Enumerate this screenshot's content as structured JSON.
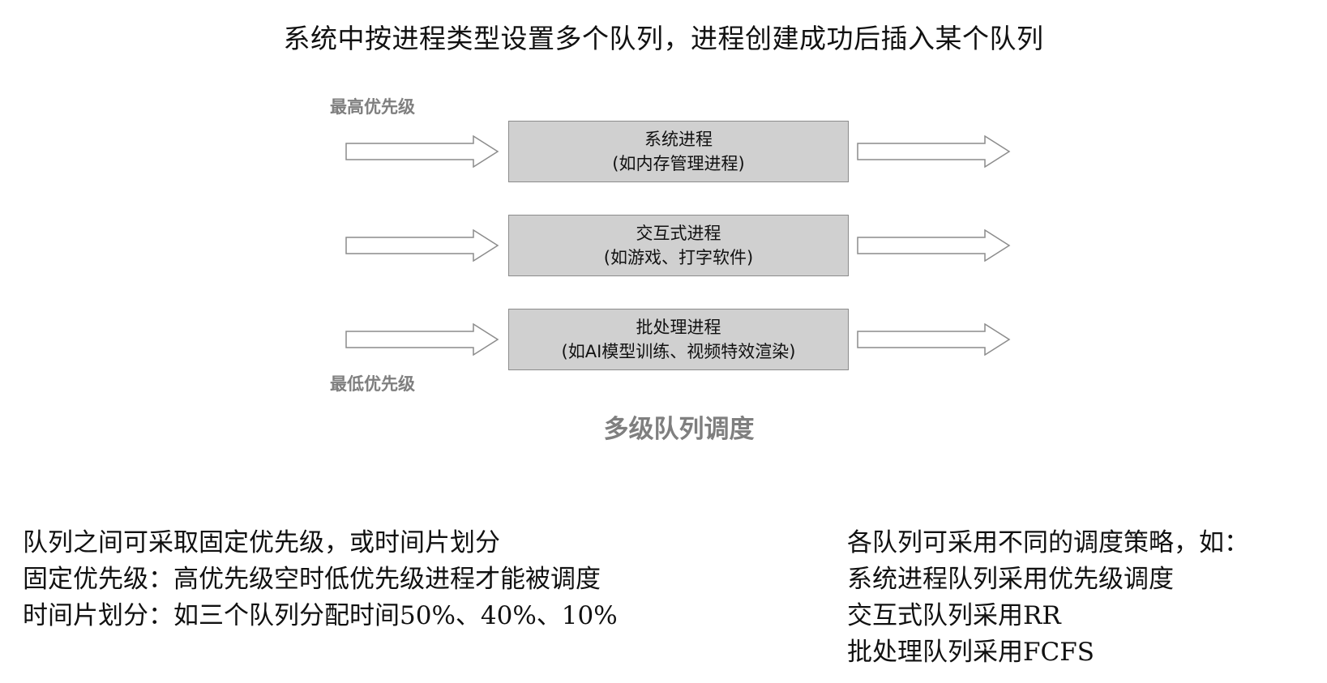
{
  "title": "系统中按进程类型设置多个队列，进程创建成功后插入某个队列",
  "priority": {
    "highest": "最高优先级",
    "lowest": "最低优先级"
  },
  "queues": [
    {
      "name": "系统进程",
      "example": "(如内存管理进程)"
    },
    {
      "name": "交互式进程",
      "example": "(如游戏、打字软件)"
    },
    {
      "name": "批处理进程",
      "example": "(如AI模型训练、视频特效渲染)"
    }
  ],
  "caption": "多级队列调度",
  "notes_left": [
    "队列之间可采取固定优先级，或时间片划分",
    "固定优先级：高优先级空时低优先级进程才能被调度",
    "时间片划分：如三个队列分配时间50%、40%、10%"
  ],
  "notes_right": [
    "各队列可采用不同的调度策略，如：",
    "系统进程队列采用优先级调度",
    "交互式队列采用RR",
    "批处理队列采用FCFS"
  ],
  "colors": {
    "box_fill": "#d0d0d0",
    "box_border": "#8c8c8c",
    "muted_text": "#7f7f7f"
  }
}
